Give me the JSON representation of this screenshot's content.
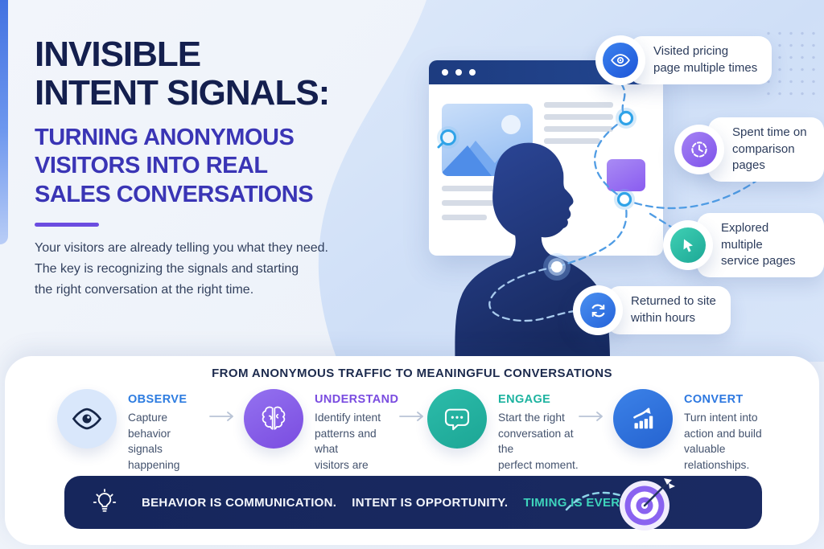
{
  "hero": {
    "title": "INVISIBLE\nINTENT SIGNALS:",
    "subtitle": "TURNING ANONYMOUS\nVISITORS INTO REAL\nSALES CONVERSATIONS",
    "intro": "Your visitors are already telling you what they need.\nThe key is recognizing the signals and starting\nthe right conversation at the right time."
  },
  "signals": [
    {
      "icon": "eye-icon",
      "color": "#1d55d8",
      "label": "Visited pricing\npage multiple times"
    },
    {
      "icon": "clock-icon",
      "color": "#7e52ea",
      "label": "Spent time on\ncomparison pages"
    },
    {
      "icon": "cursor-icon",
      "color": "#1da896",
      "label": "Explored multiple\nservice pages"
    },
    {
      "icon": "refresh-icon",
      "color": "#2563da",
      "label": "Returned to site\nwithin hours"
    }
  ],
  "process": {
    "heading": "FROM ANONYMOUS TRAFFIC TO MEANINGFUL CONVERSATIONS",
    "steps": [
      {
        "label": "OBSERVE",
        "color": "#2d7ce0",
        "icon": "eye-icon",
        "desc": "Capture behavior\nsignals happening\nin real time."
      },
      {
        "label": "UNDERSTAND",
        "color": "#7a4ce0",
        "icon": "brain-icon",
        "desc": "Identify intent\npatterns and what\nvisitors are looking for."
      },
      {
        "label": "ENGAGE",
        "color": "#1db3a0",
        "icon": "chat-icon",
        "desc": "Start the right\nconversation at the\nperfect moment."
      },
      {
        "label": "CONVERT",
        "color": "#2d78e0",
        "icon": "chart-icon",
        "desc": "Turn intent into\naction and build\nvaluable relationships."
      }
    ]
  },
  "footer": {
    "phrases": [
      {
        "text": "BEHAVIOR IS COMMUNICATION.",
        "color": "#ffffff"
      },
      {
        "text": "INTENT IS OPPORTUNITY.",
        "color": "#ffffff"
      },
      {
        "text": "TIMING IS EVERYTHING.",
        "color": "#3ed4bc"
      }
    ],
    "left_icon": "lightbulb-icon",
    "right_icon": "target-icon"
  }
}
